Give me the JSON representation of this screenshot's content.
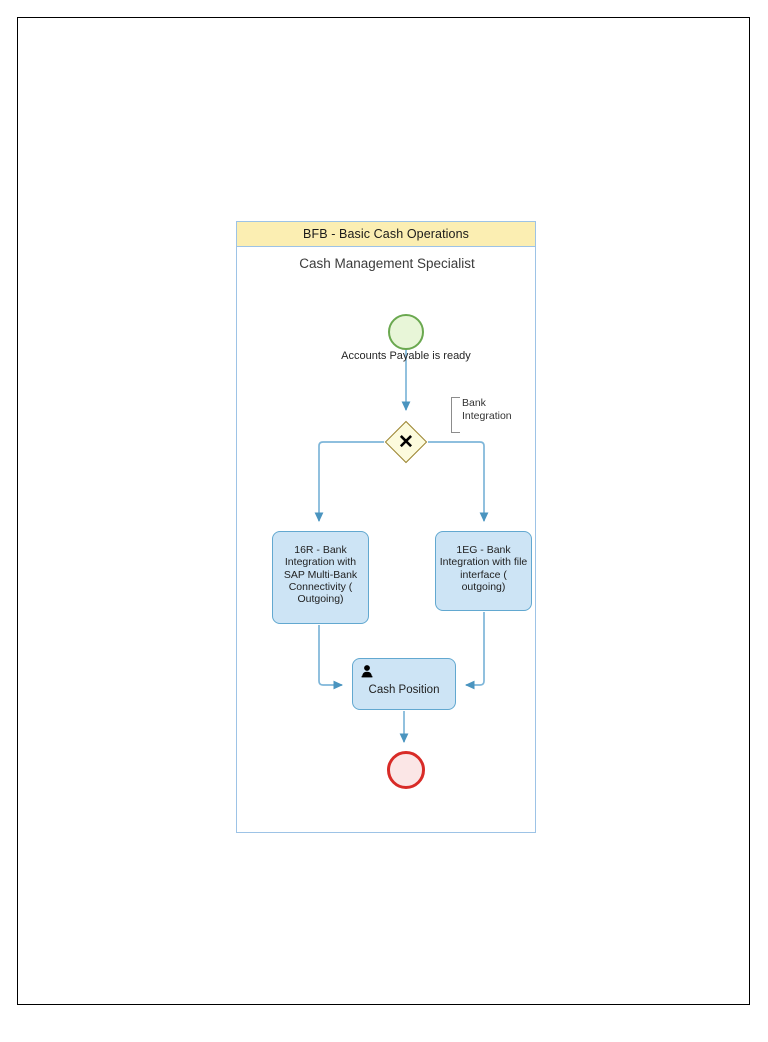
{
  "pool": {
    "header_label": "BFB - Basic Cash Operations",
    "lane_label": "Cash Management Specialist",
    "header_color": "#fbeeb2",
    "border_color": "#9dc3e6"
  },
  "diagram": {
    "type": "bpmn-process",
    "start_event": {
      "name": "start-event",
      "label": "Accounts Payable is ready",
      "fill": "#e8f6d8",
      "stroke": "#6aa84f"
    },
    "gateway": {
      "name": "exclusive-gateway",
      "symbol": "✕",
      "fill": "#fcfbdd",
      "stroke": "#9a8330"
    },
    "annotation": {
      "name": "text-annotation",
      "text": "Bank Integration"
    },
    "tasks": [
      {
        "id": "task-16r",
        "label": "16R - Bank Integration with SAP Multi-Bank Connectivity ( Outgoing)",
        "icon": null
      },
      {
        "id": "task-1eg",
        "label": "1EG - Bank Integration with file interface ( outgoing)",
        "icon": null
      },
      {
        "id": "task-cash-position",
        "label": "Cash Position",
        "icon": "user-icon"
      }
    ],
    "end_event": {
      "name": "end-event",
      "label": "",
      "fill": "#fbe6e6",
      "stroke": "#d82b27"
    },
    "task_fill": "#cde4f5",
    "task_stroke": "#62a8d0",
    "connector_color": "#7eb6d9"
  }
}
